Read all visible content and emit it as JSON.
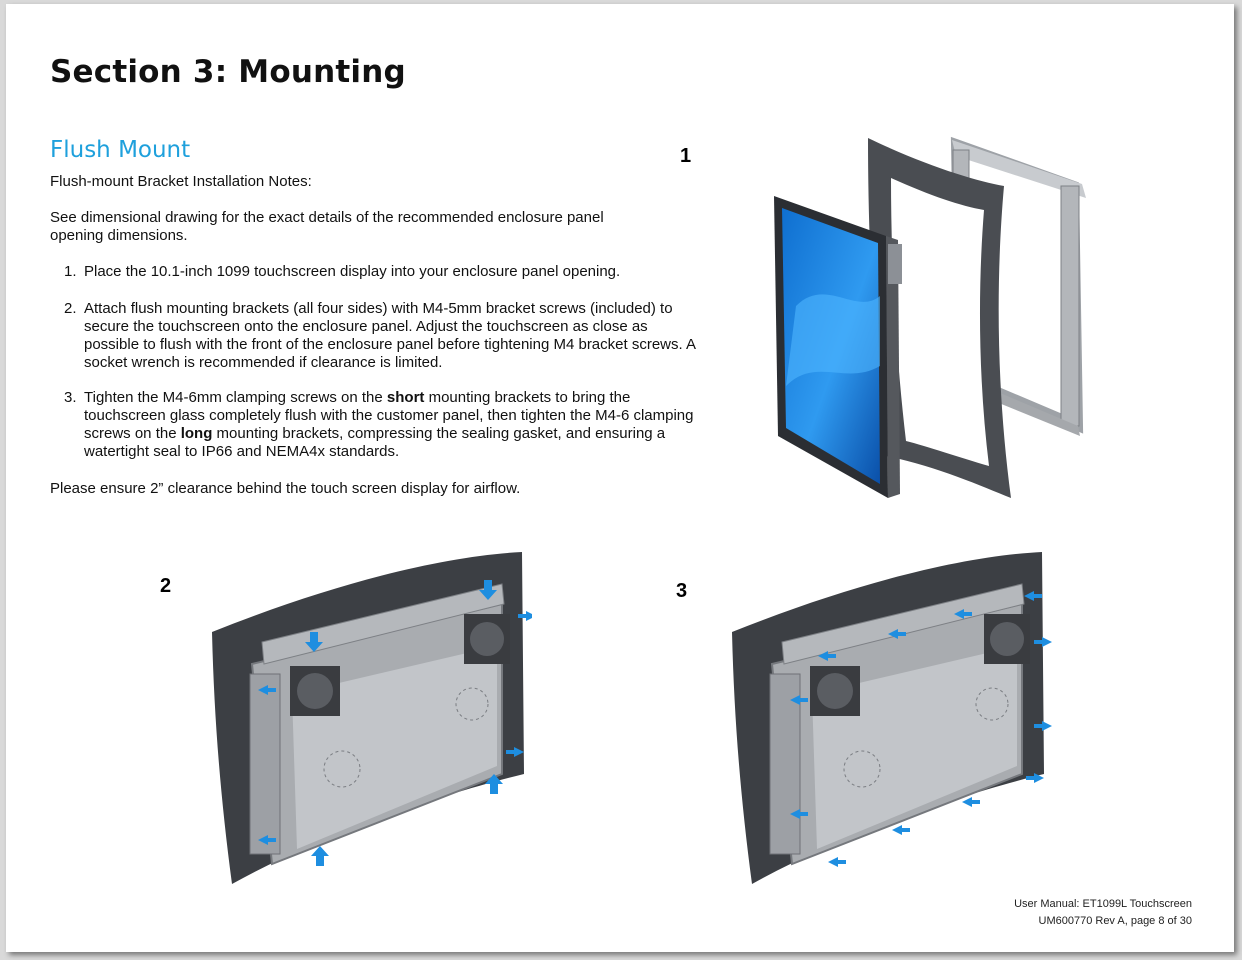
{
  "section_title": "Section 3: Mounting",
  "subsection_title": "Flush Mount",
  "intro": "Flush-mount Bracket Installation Notes:",
  "note": "See dimensional drawing for the exact details of the recommended enclosure panel opening dimensions.",
  "steps": [
    {
      "num": "1.",
      "text": "Place the 10.1-inch 1099 touchscreen display into your enclosure panel opening."
    },
    {
      "num": "2.",
      "text": "Attach flush mounting brackets (all four sides) with M4-5mm bracket screws (included) to secure the touchscreen onto the enclosure panel.  Adjust the touchscreen as close as possible to flush with the front of the enclosure panel before tightening M4 bracket screws.  A socket wrench is recommended if clearance is limited."
    },
    {
      "num": "3.",
      "text_parts": [
        "Tighten the M4-6mm clamping screws on the ",
        "short",
        " mounting brackets to bring the touchscreen glass completely flush with the customer panel, then tighten the M4-6 clamping screws on the ",
        "long",
        " mounting brackets, compressing the sealing gasket, and ensuring a watertight seal to IP66 and NEMA4x standards."
      ]
    }
  ],
  "clearance_note": "Please ensure 2” clearance behind the touch screen display for airflow.",
  "figures": [
    {
      "label": "1"
    },
    {
      "label": "2"
    },
    {
      "label": "3"
    }
  ],
  "footer": {
    "line1": "User Manual: ET1099L Touchscreen",
    "line2": "UM600770 Rev A, page 8 of 30"
  },
  "colors": {
    "heading_accent": "#1ea0dc",
    "arrow_blue": "#1e8ee0",
    "bezel_dark": "#3c3f44",
    "metal": "#b9bcc0"
  }
}
